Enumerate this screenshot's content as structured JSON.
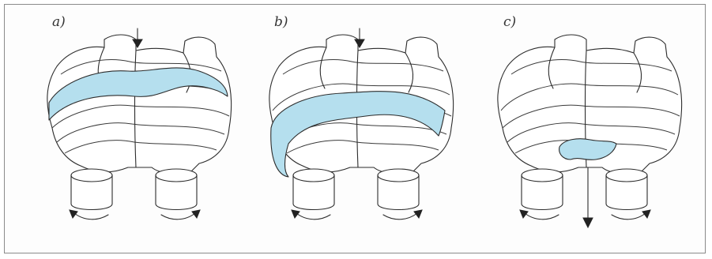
{
  "panels": [
    {
      "label": "a)",
      "flow": "in",
      "highlight": "inlet"
    },
    {
      "label": "b)",
      "flow": "in",
      "highlight": "compression"
    },
    {
      "label": "c)",
      "flow": "out",
      "highlight": "discharge"
    }
  ],
  "colors": {
    "highlight": "#b5dfee",
    "outline": "#2c2c2c",
    "frame": "#8a8a8a"
  },
  "icons": {
    "inlet": "down-arrow-icon",
    "outlet": "down-arrow-icon",
    "rotation": "curved-rotation-arrow-icon"
  }
}
